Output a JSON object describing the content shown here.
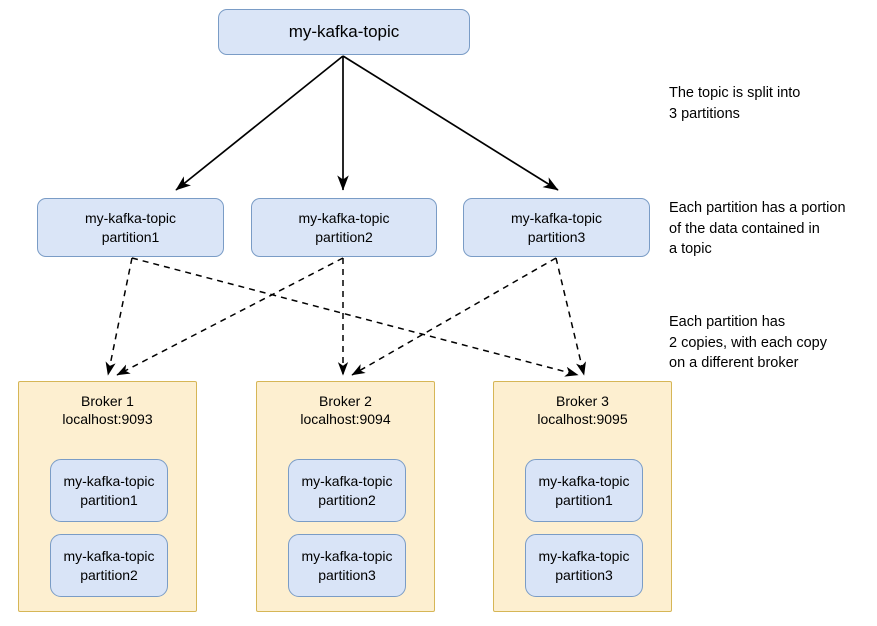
{
  "diagram": {
    "title_node": {
      "label": "my-kafka-topic"
    },
    "partitions": [
      {
        "name": "my-kafka-topic",
        "partition": "partition1"
      },
      {
        "name": "my-kafka-topic",
        "partition": "partition2"
      },
      {
        "name": "my-kafka-topic",
        "partition": "partition3"
      }
    ],
    "brokers": [
      {
        "title": "Broker 1",
        "address": "localhost:9093",
        "replicas": [
          {
            "name": "my-kafka-topic",
            "partition": "partition1"
          },
          {
            "name": "my-kafka-topic",
            "partition": "partition2"
          }
        ]
      },
      {
        "title": "Broker 2",
        "address": "localhost:9094",
        "replicas": [
          {
            "name": "my-kafka-topic",
            "partition": "partition2"
          },
          {
            "name": "my-kafka-topic",
            "partition": "partition3"
          }
        ]
      },
      {
        "title": "Broker 3",
        "address": "localhost:9095",
        "replicas": [
          {
            "name": "my-kafka-topic",
            "partition": "partition1"
          },
          {
            "name": "my-kafka-topic",
            "partition": "partition3"
          }
        ]
      }
    ],
    "annotations": [
      "The topic is split into\n3 partitions",
      "Each partition has a portion\nof the data contained in\na topic",
      "Each partition has\n2 copies, with each copy\non a different broker"
    ],
    "colors": {
      "node_fill": "#dae5f7",
      "node_border": "#7a9cc6",
      "broker_fill": "#fdefd0",
      "broker_border": "#d6b656",
      "edge": "#000000",
      "background": "#ffffff"
    }
  }
}
